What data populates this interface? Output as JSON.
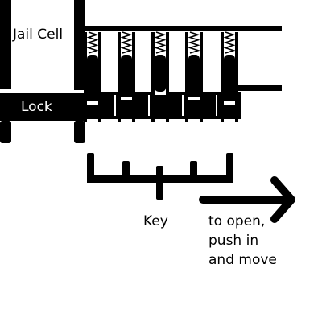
{
  "labels": {
    "jail_cell": "Jail Cell",
    "lock": "Lock",
    "key": "Key",
    "instruction_lines": [
      "to open,",
      "push in",
      "and move"
    ]
  },
  "pin_count": 5,
  "key_cut_depths": [
    "high",
    "mid",
    "low",
    "mid",
    "high"
  ],
  "colors": {
    "ink": "#000000",
    "background": "#ffffff"
  }
}
